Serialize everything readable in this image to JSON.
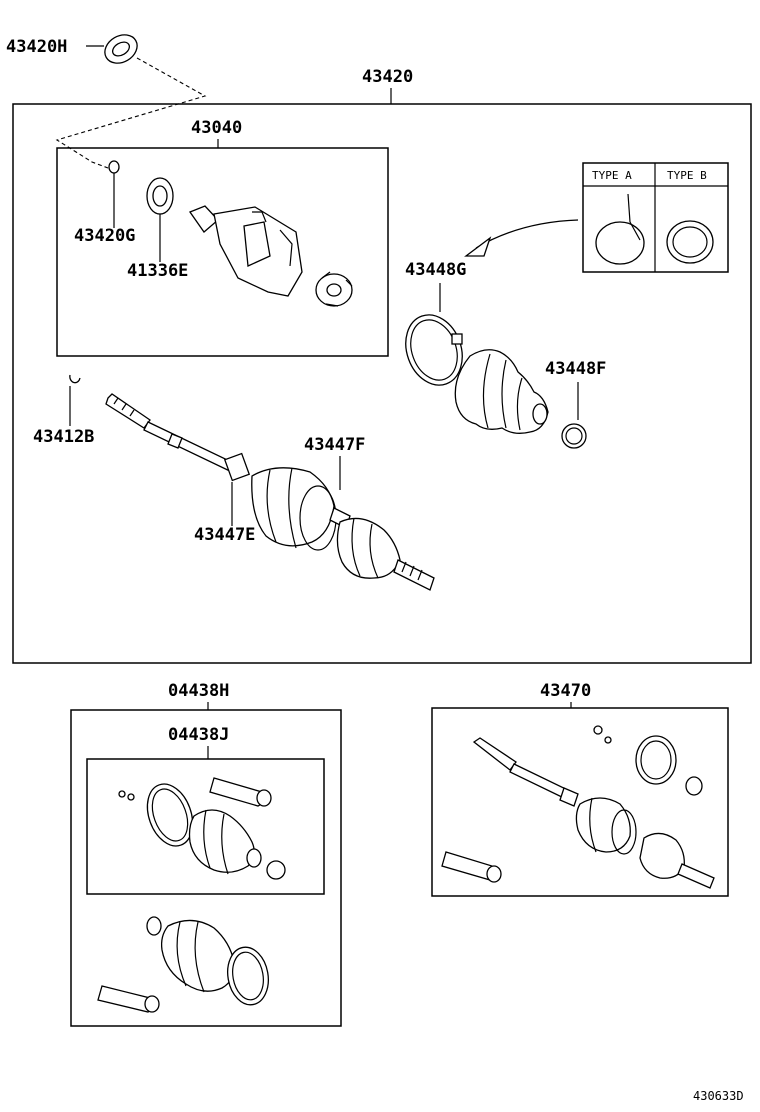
{
  "labels": {
    "p43420H": "43420H",
    "p43420": "43420",
    "p43040": "43040",
    "p43420G": "43420G",
    "p41336E": "41336E",
    "p43448G": "43448G",
    "p43448F": "43448F",
    "p43412B": "43412B",
    "p43447F": "43447F",
    "p43447E": "43447E",
    "p04438H": "04438H",
    "p04438J": "04438J",
    "p43470": "43470"
  },
  "clamp_types": {
    "type_a": "TYPE A",
    "type_b": "TYPE B"
  },
  "diagram_code": "430633D"
}
